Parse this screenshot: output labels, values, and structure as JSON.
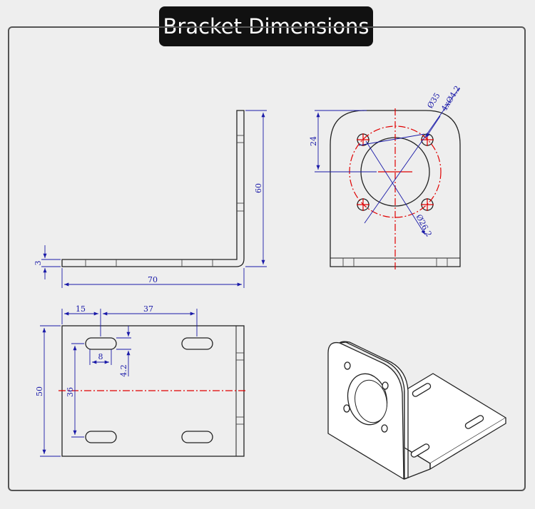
{
  "title": "Bracket Dimensions",
  "colors": {
    "background": "#eeeeee",
    "title_bg": "#111111",
    "title_text": "#ffffff",
    "outline": "#222222",
    "dimension": "#1a1aa8",
    "centerline": "#e00000"
  },
  "dimensions": {
    "side_height": "60",
    "side_length": "70",
    "side_thickness": "3",
    "front_bolt_offset": "24",
    "bolt_circle_dia": "Ø35",
    "bolt_holes": "4xØ4.2",
    "center_hole_dia": "Ø26.2",
    "base_slot_offset_x": "15",
    "base_slot_spacing_x": "37",
    "base_slot_length": "8",
    "base_slot_width": "4.2",
    "base_width": "50",
    "base_slot_spacing_y": "36"
  }
}
